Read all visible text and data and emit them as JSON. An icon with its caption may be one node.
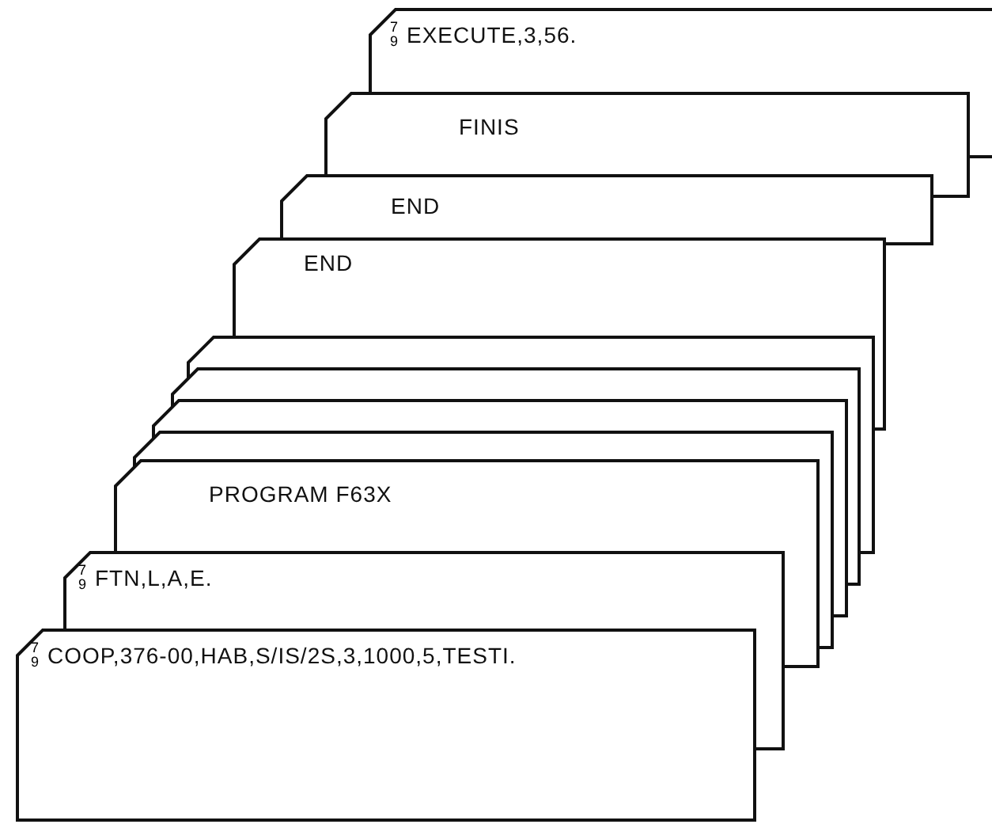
{
  "diagram": {
    "nodes": [
      {
        "text": [
          "7 9",
          "EXECUTE,3,56."
        ]
      },
      {
        "text": [
          "FINIS"
        ]
      },
      {
        "text": [
          "END"
        ]
      },
      {
        "text": [
          "END"
        ]
      },
      {
        "text": [],
        "shape": "box"
      },
      {
        "text": [],
        "shape": "box"
      },
      {
        "text": [],
        "shape": "box"
      },
      {
        "text": [],
        "shape": "box"
      },
      {
        "text": [
          "PROGRAM F63X"
        ]
      },
      {
        "text": [
          "7 9",
          "FTN,L,A,E."
        ]
      },
      {
        "text": [
          "7 9",
          "COOP,376-00,HAB,S/IS/2S,3,1000,5,TESTI."
        ]
      }
    ]
  }
}
